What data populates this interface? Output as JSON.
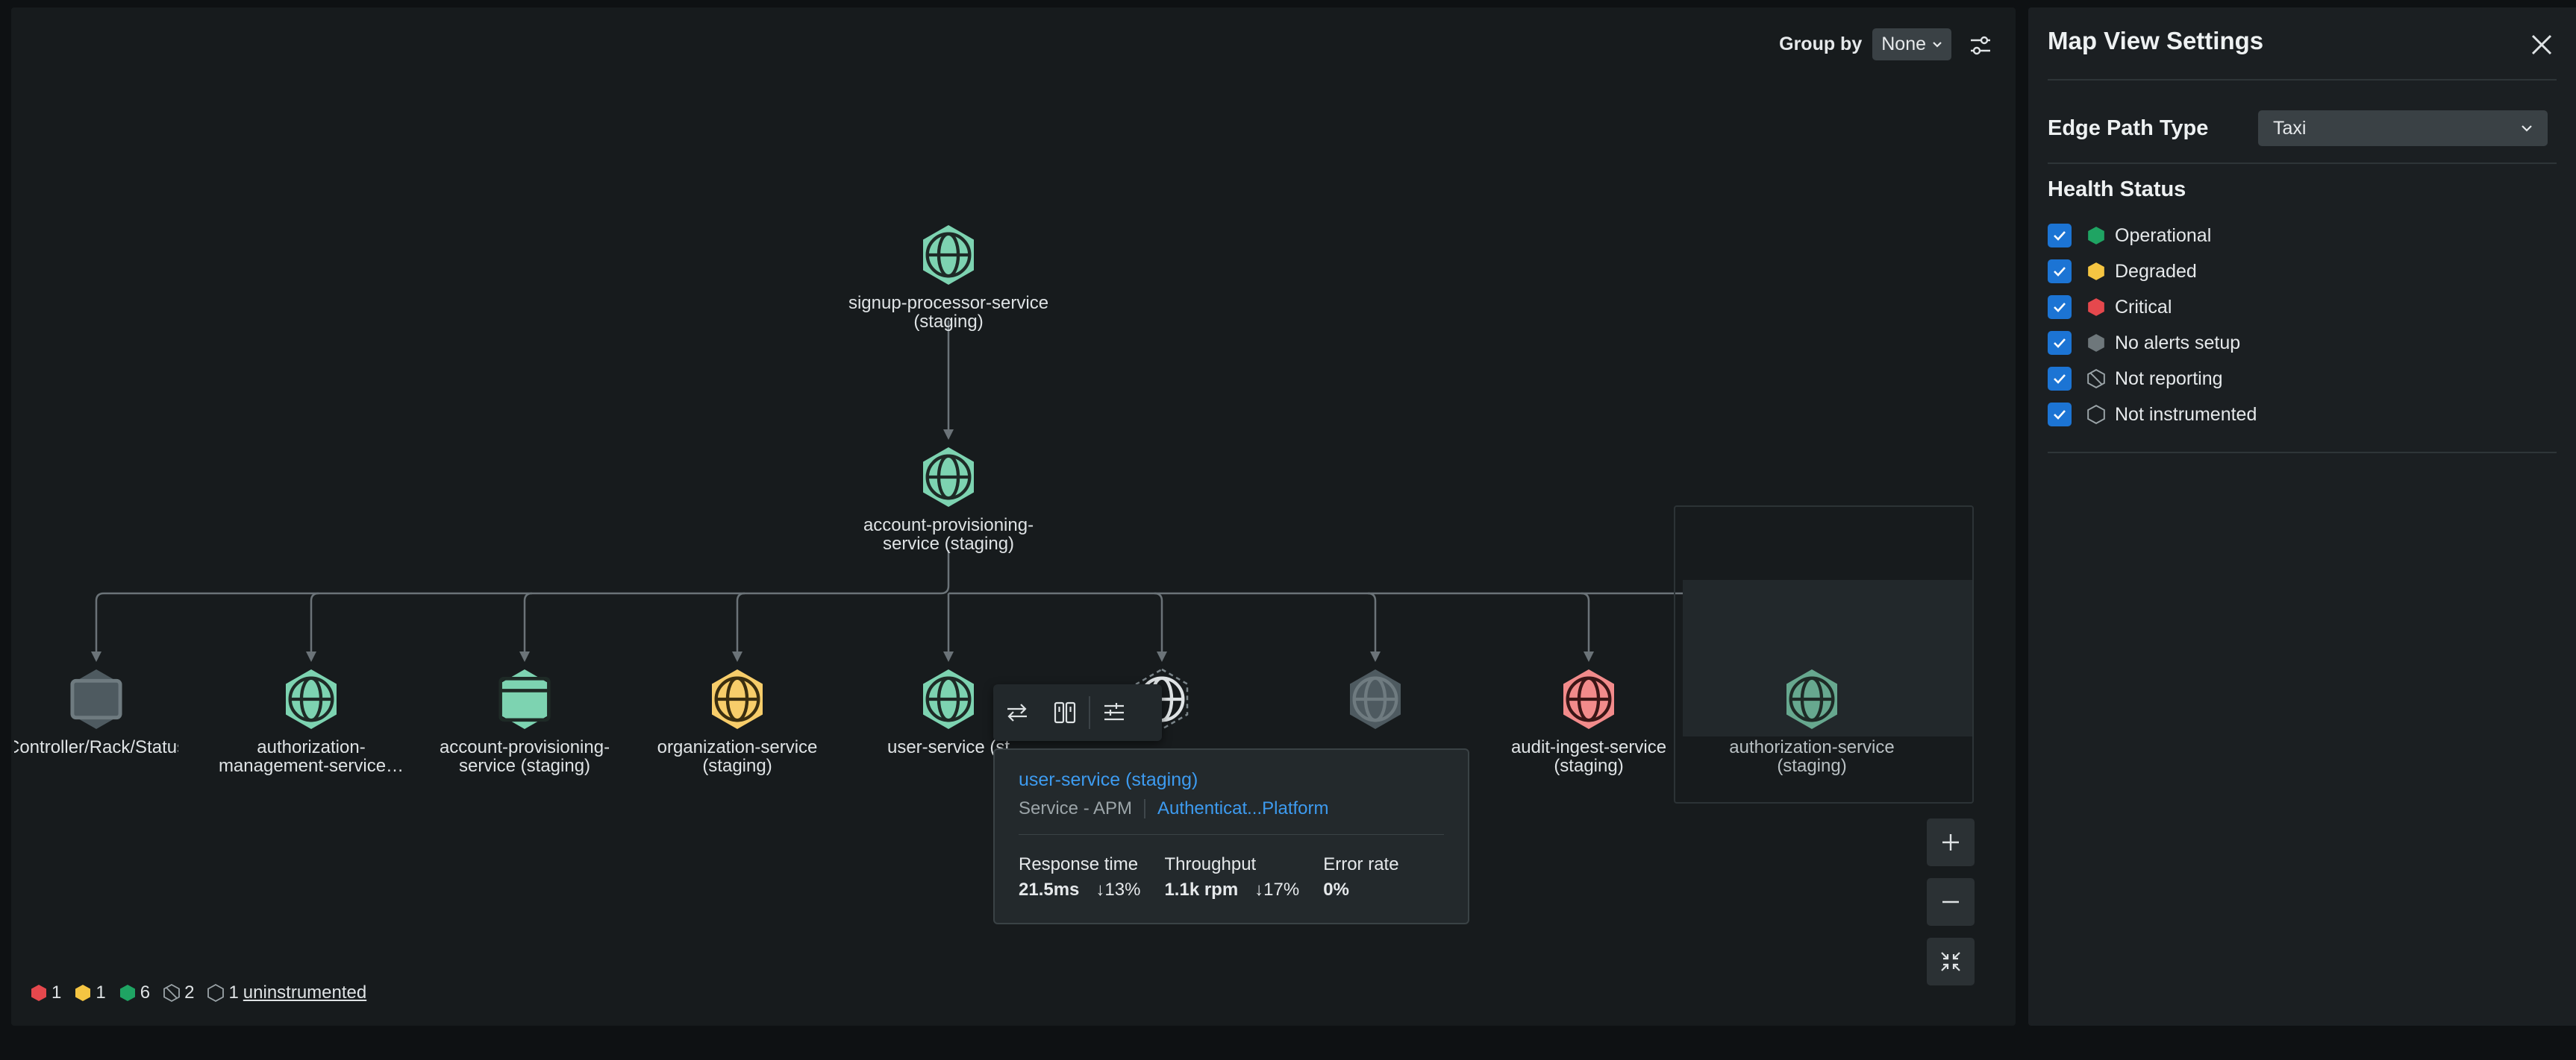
{
  "toolbar": {
    "group_by_label": "Group by",
    "group_by_value": "None"
  },
  "nodes": [
    {
      "id": "signup",
      "label": "signup-processor-service (staging)",
      "status": "operational",
      "icon": "globe-icon"
    },
    {
      "id": "account-prov-top",
      "label": "account-provisioning-service (staging)",
      "status": "operational",
      "icon": "globe-icon"
    },
    {
      "id": "controller",
      "label": "Controller/Rack/StatusInfo::App/call",
      "status": "no-alerts",
      "icon": "server-icon"
    },
    {
      "id": "authz-mgmt",
      "label": "authorization-management-service…",
      "status": "operational",
      "icon": "globe-icon"
    },
    {
      "id": "account-prov-browser",
      "label": "account-provisioning-service (staging)",
      "status": "operational",
      "icon": "browser-icon"
    },
    {
      "id": "org",
      "label": "organization-service (staging)",
      "status": "degraded",
      "icon": "globe-icon"
    },
    {
      "id": "user",
      "label": "user-service (st",
      "status": "operational",
      "icon": "globe-icon"
    },
    {
      "id": "uninstrumented",
      "label": "",
      "status": "not-instrumented",
      "icon": "globe-icon"
    },
    {
      "id": "unknown-grey",
      "label": "",
      "status": "no-alerts",
      "icon": "globe-icon"
    },
    {
      "id": "audit",
      "label": "audit-ingest-service (staging)",
      "status": "critical",
      "icon": "globe-icon"
    },
    {
      "id": "authz",
      "label": "authorization-service (staging)",
      "status": "operational-dim",
      "icon": "globe-icon"
    }
  ],
  "tooltip": {
    "title": "user-service (staging)",
    "type": "Service - APM",
    "account": "Authenticat...Platform",
    "metrics": [
      {
        "label": "Response time",
        "value": "21.5ms",
        "change": "↓13%"
      },
      {
        "label": "Throughput",
        "value": "1.1k rpm",
        "change": "↓17%"
      },
      {
        "label": "Error rate",
        "value": "0%",
        "change": ""
      }
    ]
  },
  "legend": {
    "critical": "1",
    "degraded": "1",
    "operational": "6",
    "not_reporting": "2",
    "not_instrumented": "1",
    "uninstrumented_link": "uninstrumented"
  },
  "panel": {
    "title": "Map View Settings",
    "edge_path_label": "Edge Path Type",
    "edge_path_value": "Taxi",
    "health_title": "Health Status",
    "health_items": [
      "Operational",
      "Degraded",
      "Critical",
      "No alerts setup",
      "Not reporting",
      "Not instrumented"
    ]
  },
  "colors": {
    "operational": "#7dd3b1",
    "operational_dim": "#67a88f",
    "degraded": "#f7cd6a",
    "critical": "#f28b8b",
    "no_alerts": "#4e5a60",
    "accent": "#1c74d4",
    "link": "#3d9bf0"
  }
}
